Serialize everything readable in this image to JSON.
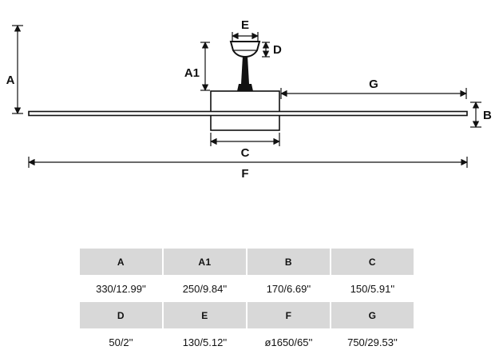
{
  "diagram": {
    "labels": {
      "a": "A",
      "a1": "A1",
      "b": "B",
      "c": "C",
      "d": "D",
      "e": "E",
      "f": "F",
      "g": "G"
    }
  },
  "table": {
    "headers_row1": [
      "A",
      "A1",
      "B",
      "C"
    ],
    "values_row1": [
      "330/12.99''",
      "250/9.84''",
      "170/6.69''",
      "150/5.91''"
    ],
    "headers_row2": [
      "D",
      "E",
      "F",
      "G"
    ],
    "values_row2": [
      "50/2''",
      "130/5.12''",
      "ø1650/65''",
      "750/29.53''"
    ]
  }
}
